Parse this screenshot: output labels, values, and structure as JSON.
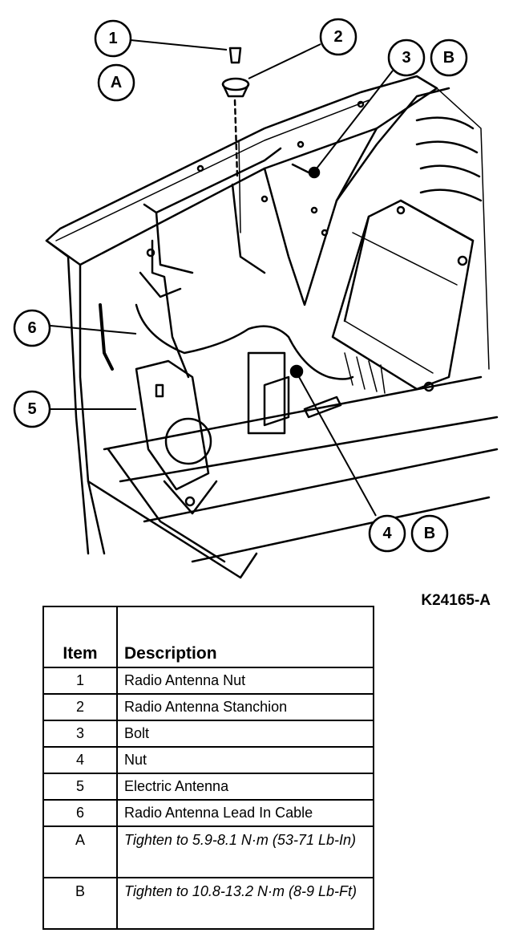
{
  "callouts": {
    "c1": "1",
    "c2": "2",
    "c3": "3",
    "c3b": "B",
    "cA": "A",
    "c4": "4",
    "c4b": "B",
    "c5": "5",
    "c6": "6"
  },
  "figure_id": "K24165-A",
  "legend": {
    "header_item": "Item",
    "header_description": "Description",
    "rows": [
      {
        "item": "1",
        "description": "Radio Antenna Nut"
      },
      {
        "item": "2",
        "description": "Radio Antenna Stanchion"
      },
      {
        "item": "3",
        "description": "Bolt"
      },
      {
        "item": "4",
        "description": "Nut"
      },
      {
        "item": "5",
        "description": "Electric Antenna"
      },
      {
        "item": "6",
        "description": "Radio Antenna Lead In Cable"
      },
      {
        "item": "A",
        "description": "Tighten to 5.9-8.1 N·m (53-71 Lb-In)"
      },
      {
        "item": "B",
        "description": "Tighten to 10.8-13.2 N·m (8-9 Lb-Ft)"
      }
    ]
  }
}
